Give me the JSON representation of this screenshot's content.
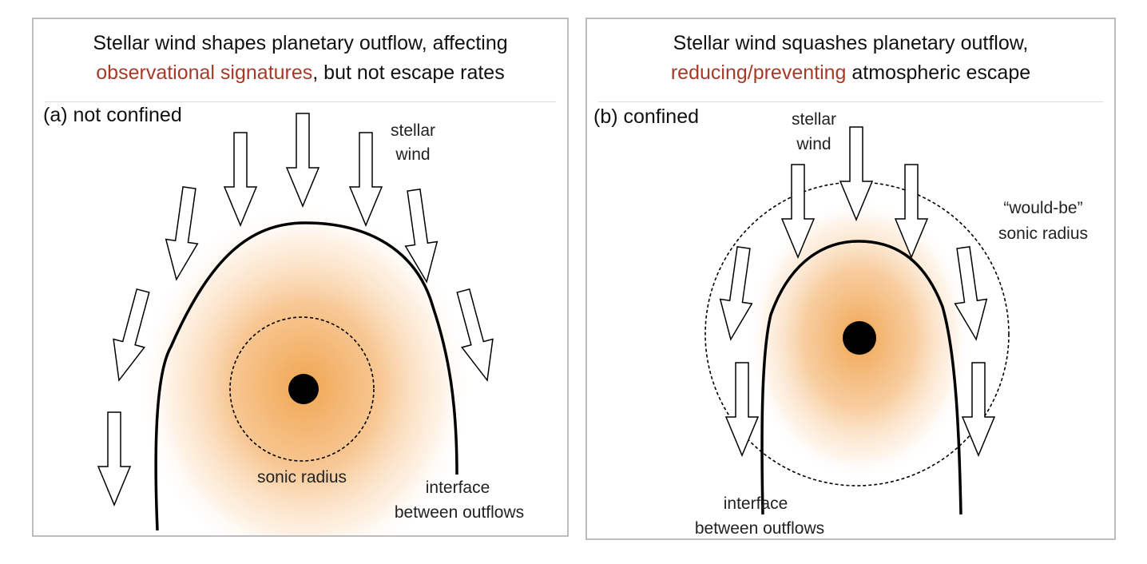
{
  "panels": [
    {
      "title_line1": "Stellar wind shapes planetary outflow, affecting",
      "title_line2_accent": "observational signatures",
      "title_line2_rest": ", but not escape rates",
      "label": "(a) not confined",
      "wind_label_1": "stellar",
      "wind_label_2": "wind",
      "sonic_label": "sonic radius",
      "interface_label_1": "interface",
      "interface_label_2": "between outflows"
    },
    {
      "title_line1": "Stellar wind squashes planetary outflow,",
      "title_line2_accent": "reducing/preventing",
      "title_line2_rest": " atmospheric escape",
      "label": "(b) confined",
      "wind_label_1": "stellar",
      "wind_label_2": "wind",
      "sonic_label_1": "“would-be”",
      "sonic_label_2": "sonic radius",
      "interface_label_1": "interface",
      "interface_label_2": "between outflows"
    }
  ],
  "colors": {
    "accent": "#a63a28",
    "glow": "#f0a550",
    "planet": "#000000"
  }
}
